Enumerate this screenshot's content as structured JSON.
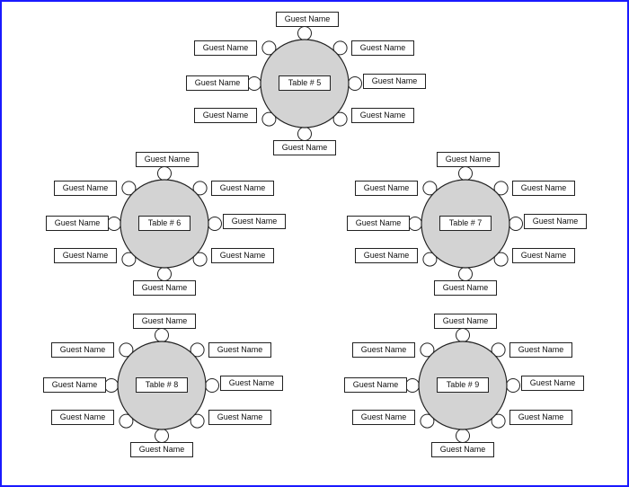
{
  "colors": {
    "frame_border": "#1a1aff",
    "table_fill": "#d3d3d3",
    "stroke": "#222222",
    "background": "#ffffff"
  },
  "tables": [
    {
      "label": "Table # 5",
      "guests": [
        "Guest Name",
        "Guest Name",
        "Guest Name",
        "Guest Name",
        "Guest Name",
        "Guest Name",
        "Guest Name",
        "Guest Name"
      ]
    },
    {
      "label": "Table # 6",
      "guests": [
        "Guest Name",
        "Guest Name",
        "Guest Name",
        "Guest Name",
        "Guest Name",
        "Guest Name",
        "Guest Name",
        "Guest Name"
      ]
    },
    {
      "label": "Table # 7",
      "guests": [
        "Guest Name",
        "Guest Name",
        "Guest Name",
        "Guest Name",
        "Guest Name",
        "Guest Name",
        "Guest Name",
        "Guest Name"
      ]
    },
    {
      "label": "Table # 8",
      "guests": [
        "Guest Name",
        "Guest Name",
        "Guest Name",
        "Guest Name",
        "Guest Name",
        "Guest Name",
        "Guest Name",
        "Guest Name"
      ]
    },
    {
      "label": "Table # 9",
      "guests": [
        "Guest Name",
        "Guest Name",
        "Guest Name",
        "Guest Name",
        "Guest Name",
        "Guest Name",
        "Guest Name",
        "Guest Name"
      ]
    }
  ]
}
